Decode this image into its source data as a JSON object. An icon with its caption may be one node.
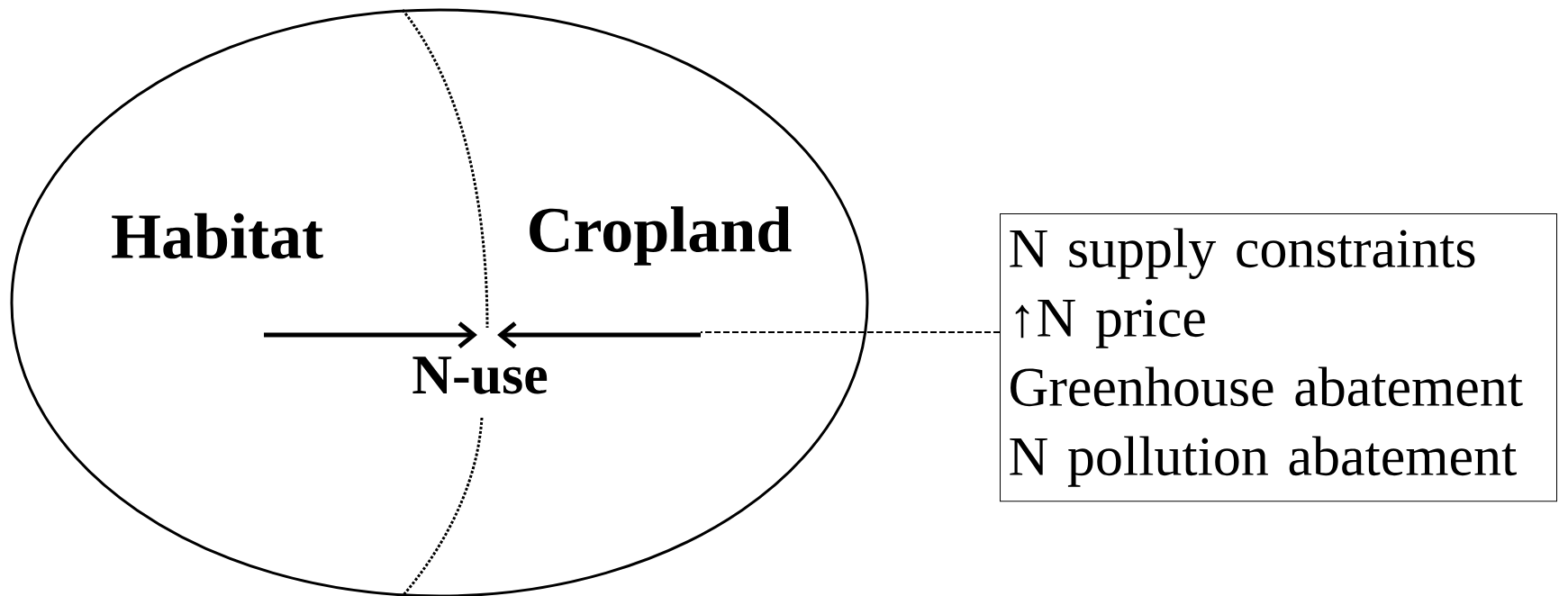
{
  "diagram": {
    "nodes": [
      {
        "text": [],
        "shape": "ellipse"
      },
      {
        "text": [
          "Habitat"
        ],
        "in": 0
      },
      {
        "text": [
          "Cropland"
        ],
        "in": 0
      },
      {
        "text": [
          "N-use"
        ],
        "in": 0
      },
      {
        "text": [
          "N supply constraints",
          "↑N price",
          "Greenhouse abatement",
          "N pollution abatement"
        ]
      }
    ],
    "edges": [
      {
        "from": null,
        "to": 3,
        "arrow": "to"
      },
      {
        "from": null,
        "to": 3,
        "arrow": "to"
      },
      {
        "from": 4,
        "to": null,
        "arrow": "none",
        "style": "dashed"
      }
    ]
  }
}
